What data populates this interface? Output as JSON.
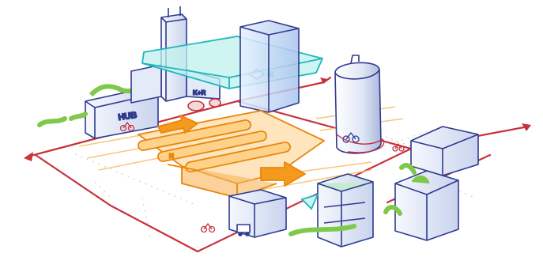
{
  "labels": {
    "hub": "HUB",
    "kr": "K+R",
    "station": "H",
    "platform": "H"
  },
  "colors": {
    "ink": "#2f3a8f",
    "red_route": "#c8323c",
    "orange_deck": "#f59a1c",
    "cyan_roof": "#2ec6c9",
    "green": "#7fc84a",
    "building_fill": "#eef3fb"
  },
  "icons": [
    "bike-icon",
    "train-icon",
    "bus-icon",
    "arrow-icon"
  ]
}
